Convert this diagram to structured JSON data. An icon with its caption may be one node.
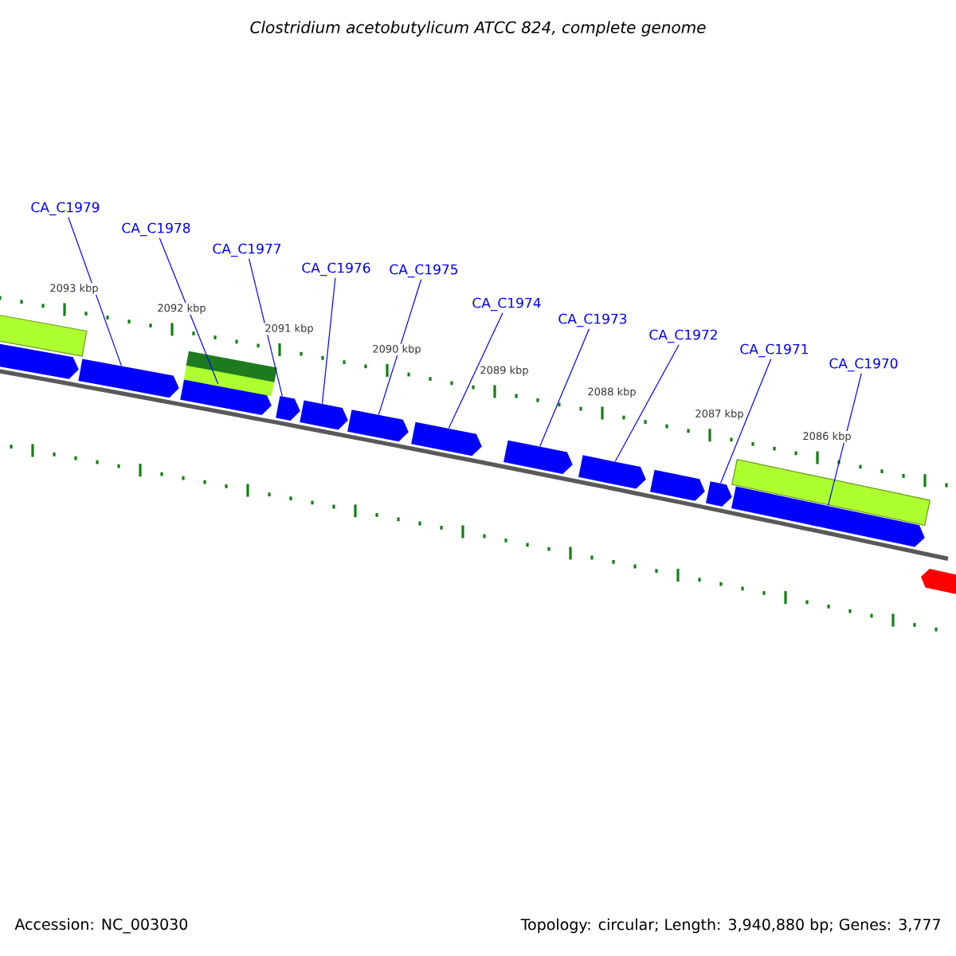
{
  "diagram": {
    "title": "Clostridium acetobutylicum ATCC 824, complete genome",
    "nodes": [
      {
        "text": [
          "CA_C1979"
        ]
      },
      {
        "text": [
          "CA_C1978"
        ]
      },
      {
        "text": [
          "CA_C1977"
        ]
      },
      {
        "text": [
          "CA_C1976"
        ]
      },
      {
        "text": [
          "CA_C1975"
        ]
      },
      {
        "text": [
          "CA_C1974"
        ]
      },
      {
        "text": [
          "CA_C1973"
        ]
      },
      {
        "text": [
          "CA_C1972"
        ]
      },
      {
        "text": [
          "CA_C1971"
        ]
      },
      {
        "text": [
          "CA_C1970"
        ]
      },
      {
        "text": [],
        "shape": "arrow"
      },
      {
        "text": [],
        "shape": "arrow"
      },
      {
        "text": [],
        "shape": "arrow"
      },
      {
        "text": [],
        "shape": "arrow"
      },
      {
        "text": [],
        "shape": "arrow"
      },
      {
        "text": [],
        "shape": "arrow"
      },
      {
        "text": [],
        "shape": "arrow"
      },
      {
        "text": [],
        "shape": "arrow"
      },
      {
        "text": [],
        "shape": "arrow"
      },
      {
        "text": [],
        "shape": "arrow"
      },
      {
        "text": [],
        "shape": "arrow"
      },
      {
        "text": [],
        "shape": "arrow"
      },
      {
        "text": [],
        "shape": "arrow"
      },
      {
        "text": [],
        "shape": "bar"
      },
      {
        "text": [],
        "shape": "bar"
      },
      {
        "text": [],
        "shape": "bar"
      }
    ],
    "edges": [
      {
        "from": 0,
        "to": 11,
        "arrow": "none"
      },
      {
        "from": 1,
        "to": 12,
        "arrow": "none"
      },
      {
        "from": 2,
        "to": 13,
        "arrow": "none"
      },
      {
        "from": 3,
        "to": 14,
        "arrow": "none"
      },
      {
        "from": 4,
        "to": 15,
        "arrow": "none"
      },
      {
        "from": 5,
        "to": 16,
        "arrow": "none"
      },
      {
        "from": 6,
        "to": 17,
        "arrow": "none"
      },
      {
        "from": 7,
        "to": 18,
        "arrow": "none"
      },
      {
        "from": 8,
        "to": 20,
        "arrow": "none"
      },
      {
        "from": 9,
        "to": 21,
        "arrow": "none"
      }
    ],
    "labels": [
      "2093 kbp",
      "2092 kbp",
      "2091 kbp",
      "2090 kbp",
      "2089 kbp",
      "2088 kbp",
      "2087 kbp",
      "2086 kbp",
      "Accession: NC_003030",
      "Topology: circular; Length: 3,940,880 bp; Genes: 3,777"
    ]
  }
}
